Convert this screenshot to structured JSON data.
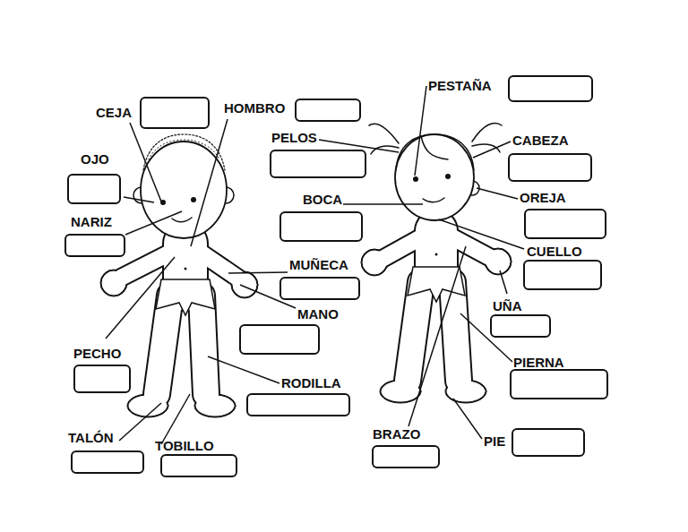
{
  "diagram": {
    "labels": [
      "PESTAÑA",
      "CEJA",
      "HOMBRO",
      "PELOS",
      "CABEZA",
      "OJO",
      "BOCA",
      "OREJA",
      "NARIZ",
      "CUELLO",
      "MUÑECA",
      "UÑA",
      "MANO",
      "PECHO",
      "PIERNA",
      "RODILLA",
      "TALÓN",
      "TOBILLO",
      "BRAZO",
      "PIE"
    ]
  }
}
